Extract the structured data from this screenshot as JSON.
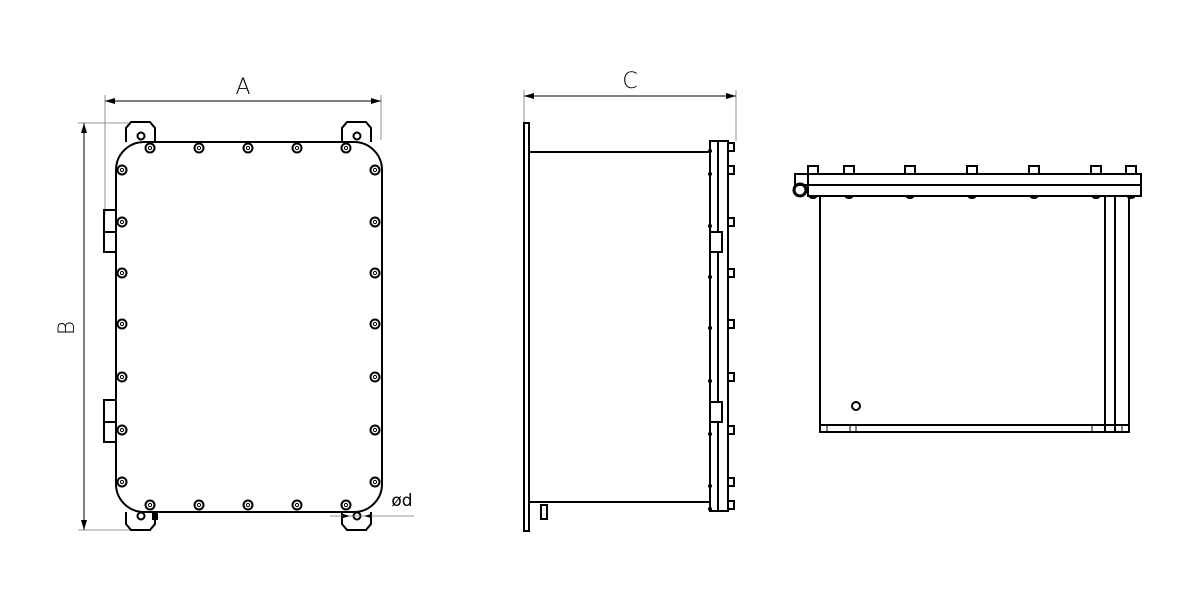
{
  "drawing": {
    "dimension_labels": {
      "width": "A",
      "height": "B",
      "depth": "C",
      "hole_diameter": "ød"
    },
    "line_color": "#000000",
    "background": "#ffffff"
  }
}
